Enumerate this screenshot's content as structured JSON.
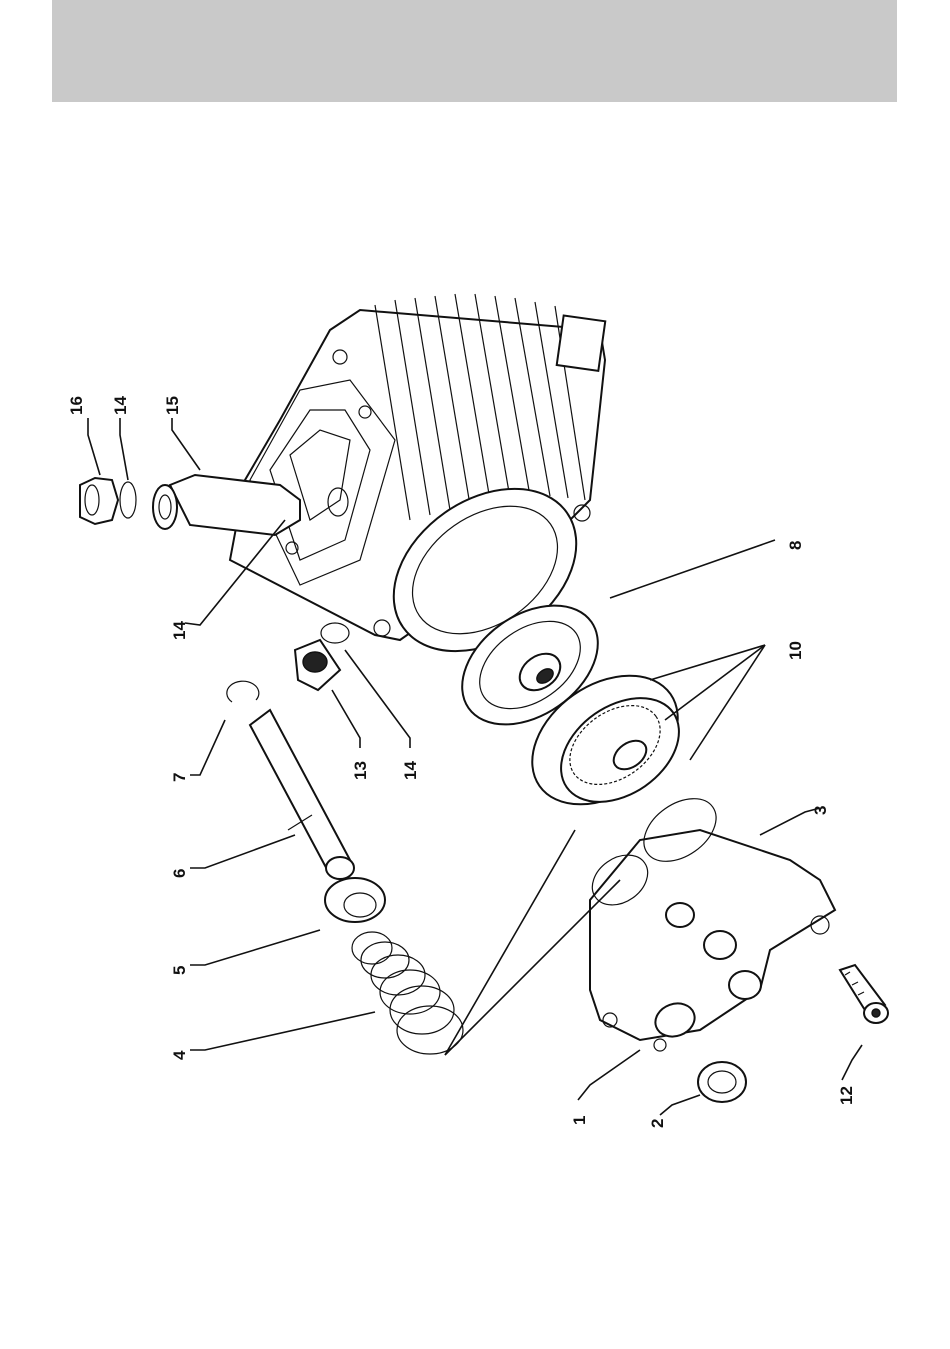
{
  "header": {
    "color": "#c9c9c9"
  },
  "callouts": [
    {
      "id": "c16",
      "label": "16"
    },
    {
      "id": "c14a",
      "label": "14"
    },
    {
      "id": "c15",
      "label": "15"
    },
    {
      "id": "c8",
      "label": "8"
    },
    {
      "id": "c14b",
      "label": "14"
    },
    {
      "id": "c10",
      "label": "10"
    },
    {
      "id": "c7",
      "label": "7"
    },
    {
      "id": "c13",
      "label": "13"
    },
    {
      "id": "c14c",
      "label": "14"
    },
    {
      "id": "c3",
      "label": "3"
    },
    {
      "id": "c6",
      "label": "6"
    },
    {
      "id": "c5",
      "label": "5"
    },
    {
      "id": "c4",
      "label": "4"
    },
    {
      "id": "c1",
      "label": "1"
    },
    {
      "id": "c2",
      "label": "2"
    },
    {
      "id": "c12",
      "label": "12"
    }
  ]
}
